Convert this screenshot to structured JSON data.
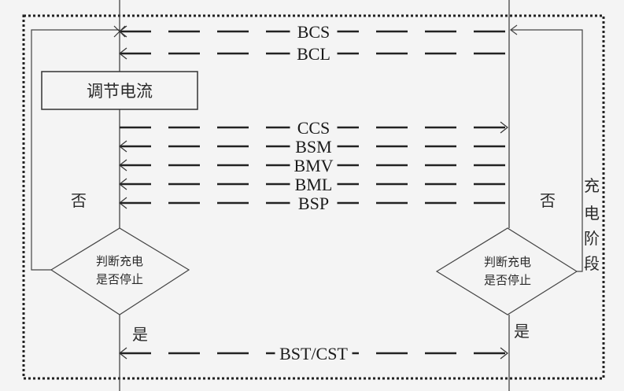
{
  "process_box": {
    "label": "调节电流"
  },
  "messages": [
    {
      "label": "BCS",
      "direction": "left",
      "blocked": true
    },
    {
      "label": "BCL",
      "direction": "left"
    },
    {
      "label": "CCS",
      "direction": "right"
    },
    {
      "label": "BSM",
      "direction": "left"
    },
    {
      "label": "BMV",
      "direction": "left"
    },
    {
      "label": "BML",
      "direction": "left"
    },
    {
      "label": "BSP",
      "direction": "left"
    },
    {
      "label": "BST/CST",
      "direction": "both"
    }
  ],
  "left_decision": {
    "line1": "判断充电",
    "line2": "是否停止",
    "no": "否",
    "yes": "是"
  },
  "right_decision": {
    "line1": "判断充电",
    "line2": "是否停止",
    "no": "否",
    "yes": "是"
  },
  "stage_label": [
    "充",
    "电",
    "阶",
    "段"
  ]
}
